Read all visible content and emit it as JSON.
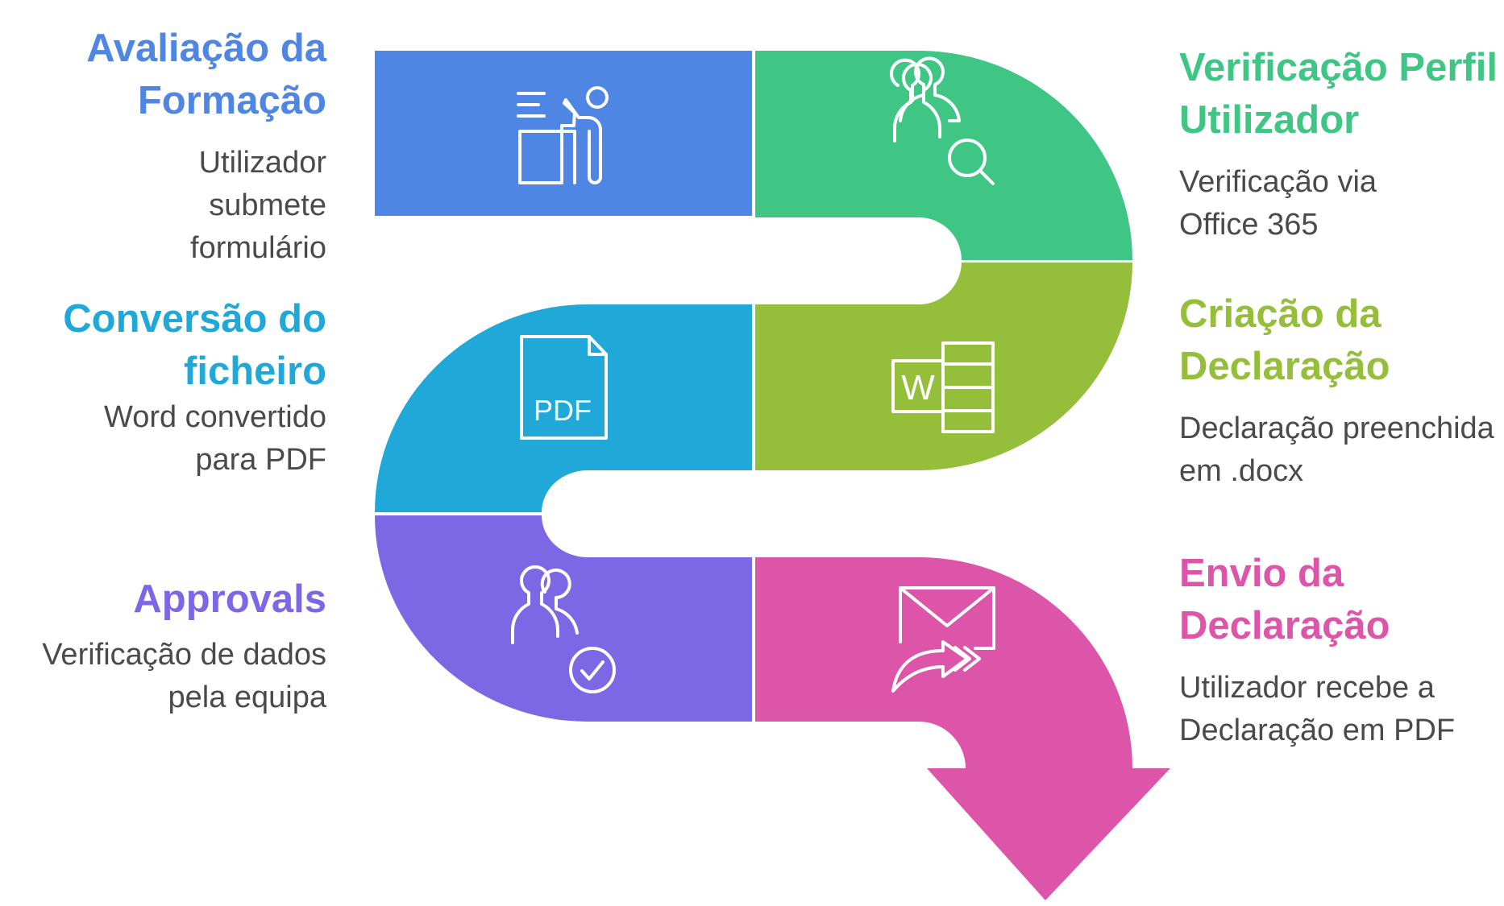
{
  "colors": {
    "blue": "#4F86E3",
    "green": "#3FC584",
    "olive": "#95BE3A",
    "cyan": "#1FA8D8",
    "purple": "#7C68E5",
    "magenta": "#DD55A9"
  },
  "steps": [
    {
      "title": "Avaliação da Formação",
      "description": "Utilizador submete formulário",
      "color": "#4F86E3",
      "icon": "person-at-desk-icon"
    },
    {
      "title": "Verificação Perfil Utilizador",
      "description": "Verificação via Office 365",
      "color": "#3FC584",
      "icon": "users-search-icon"
    },
    {
      "title": "Criação da Declaração",
      "description": "Declaração preenchida em .docx",
      "color": "#95BE3A",
      "icon": "word-document-icon"
    },
    {
      "title": "Conversão do ficheiro",
      "description": "Word convertido para PDF",
      "color": "#1FA8D8",
      "icon": "pdf-file-icon"
    },
    {
      "title": "Approvals",
      "description": "Verificação de dados pela equipa",
      "color": "#7C68E5",
      "icon": "users-check-icon"
    },
    {
      "title": "Envio da Declaração",
      "description": "Utilizador recebe a Declaração em PDF",
      "color": "#DD55A9",
      "icon": "mail-send-icon"
    }
  ],
  "icon_text": {
    "pdf": "PDF",
    "word": "W"
  }
}
